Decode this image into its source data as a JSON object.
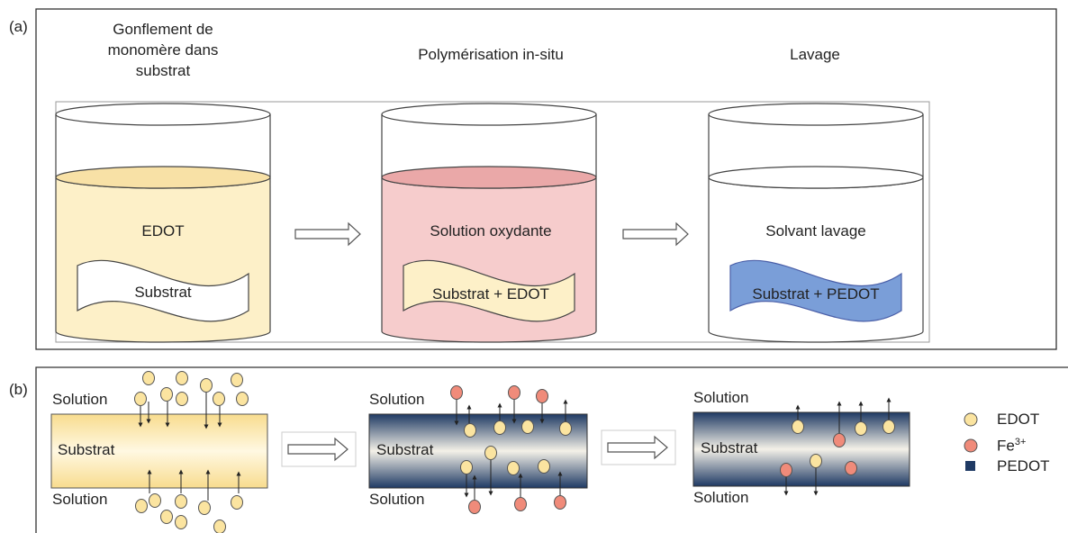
{
  "panel_a": {
    "label": "(a)",
    "steps": [
      {
        "title": "Gonflement de monomère dans substrat",
        "liquid": "EDOT",
        "substrate": "Substrat"
      },
      {
        "title": "Polymérisation in-situ",
        "liquid": "Solution oxydante",
        "substrate": "Substrat + EDOT"
      },
      {
        "title": "Lavage",
        "liquid": "Solvant lavage",
        "substrate": "Substrat + PEDOT"
      }
    ]
  },
  "panel_b": {
    "label": "(b)",
    "stages": [
      {
        "top": "Solution",
        "middle": "Substrat",
        "bottom": "Solution"
      },
      {
        "top": "Solution",
        "middle": "Substrat",
        "bottom": "Solution"
      },
      {
        "top": "Solution",
        "middle": "Substrat",
        "bottom": "Solution"
      }
    ],
    "legend": {
      "edot": "EDOT",
      "fe_base": "Fe",
      "fe_sup": "3+",
      "pedot": "PEDOT"
    }
  },
  "colors": {
    "edot_liquid": "#fdf0c8",
    "oxidant_liquid": "#f6cccc",
    "edot_particle": "#fbe4a0",
    "fe_particle": "#f08b7a",
    "pedot_fill": "#7a9ed8",
    "pedot_navy": "#1f3a64",
    "border": "#333333"
  }
}
